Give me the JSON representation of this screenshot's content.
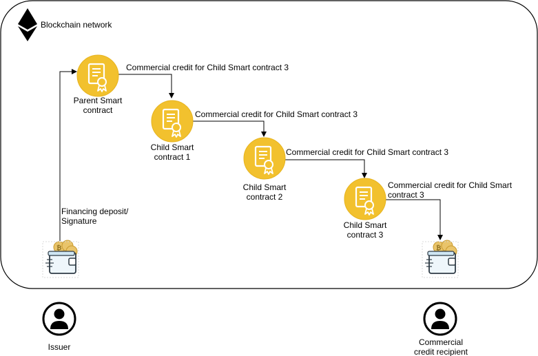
{
  "network": {
    "title": "Blockchain network",
    "icon": "ethereum-icon"
  },
  "contracts": [
    {
      "line1": "Parent Smart",
      "line2": "contract",
      "icon": "certificate-icon"
    },
    {
      "line1": "Child Smart",
      "line2": "contract 1",
      "icon": "certificate-icon"
    },
    {
      "line1": "Child Smart",
      "line2": "contract 2",
      "icon": "certificate-icon"
    },
    {
      "line1": "Child Smart",
      "line2": "contract 3",
      "icon": "certificate-icon"
    }
  ],
  "edges": [
    {
      "label": "Commercial credit for Child Smart contract 3"
    },
    {
      "label": "Commercial credit for Child Smart contract 3"
    },
    {
      "label": "Commercial credit for Child Smart contract 3"
    },
    {
      "label_line1": "Commercial credit for Child Smart",
      "label_line2": "contract 3"
    }
  ],
  "deposit": {
    "line1": "Financing deposit/",
    "line2": "Signature"
  },
  "wallets": [
    {
      "owner": "issuer",
      "icon": "bitcoin-wallet-icon"
    },
    {
      "owner": "recipient",
      "icon": "bitcoin-wallet-icon"
    }
  ],
  "actors": [
    {
      "label": "Issuer",
      "icon": "user-icon"
    },
    {
      "line1": "Commercial",
      "line2": "credit recipient",
      "icon": "user-icon"
    }
  ],
  "colors": {
    "contract": "#F2C12E",
    "contract_stroke": "#E0A800",
    "ink": "#000000"
  }
}
